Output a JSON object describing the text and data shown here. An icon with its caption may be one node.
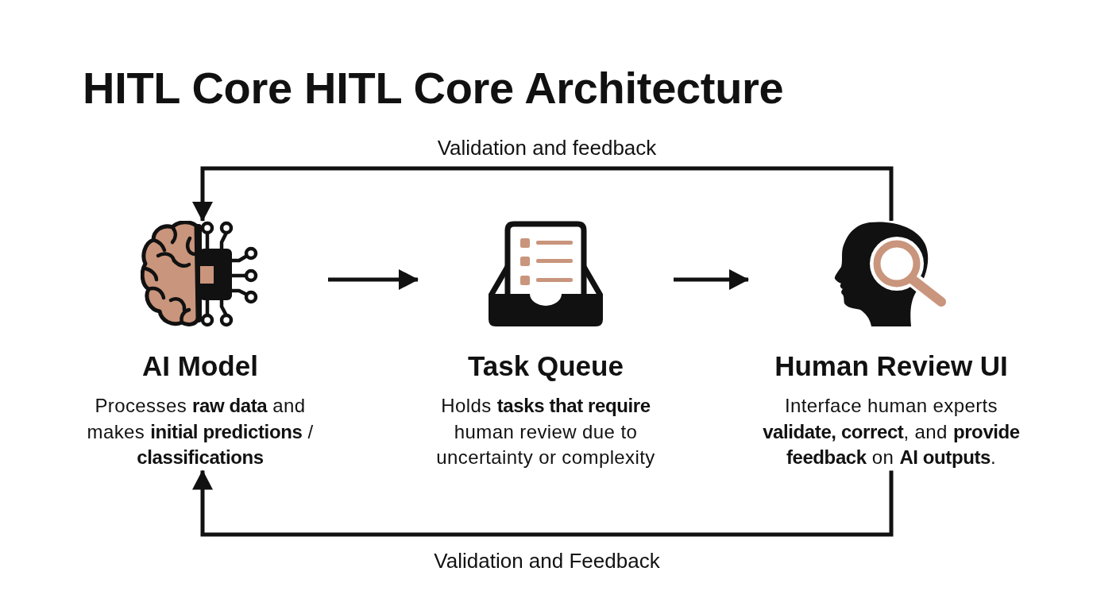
{
  "diagram": {
    "title": "HITL Core HITL Core Architecture",
    "nodes": [
      {
        "text": [
          "AI Model",
          "Processes **raw data** and makes **initial predictions** / **classifications**"
        ]
      },
      {
        "text": [
          "Task Queue",
          "Holds **tasks that require** human review due to uncertainty or complexity"
        ]
      },
      {
        "text": [
          "Human Review UI",
          "Interface human experts **validate, correct**, and **provide feedback** on **AI outputs**."
        ]
      }
    ],
    "edges": [
      {
        "from": 0,
        "to": 1,
        "arrow": "to"
      },
      {
        "from": 1,
        "to": 2,
        "arrow": "to"
      },
      {
        "from": 2,
        "to": 0,
        "arrow": "to",
        "label": "Validation and feedback"
      },
      {
        "from": 2,
        "to": 0,
        "arrow": "to",
        "label": "Validation and Feedback"
      }
    ]
  }
}
